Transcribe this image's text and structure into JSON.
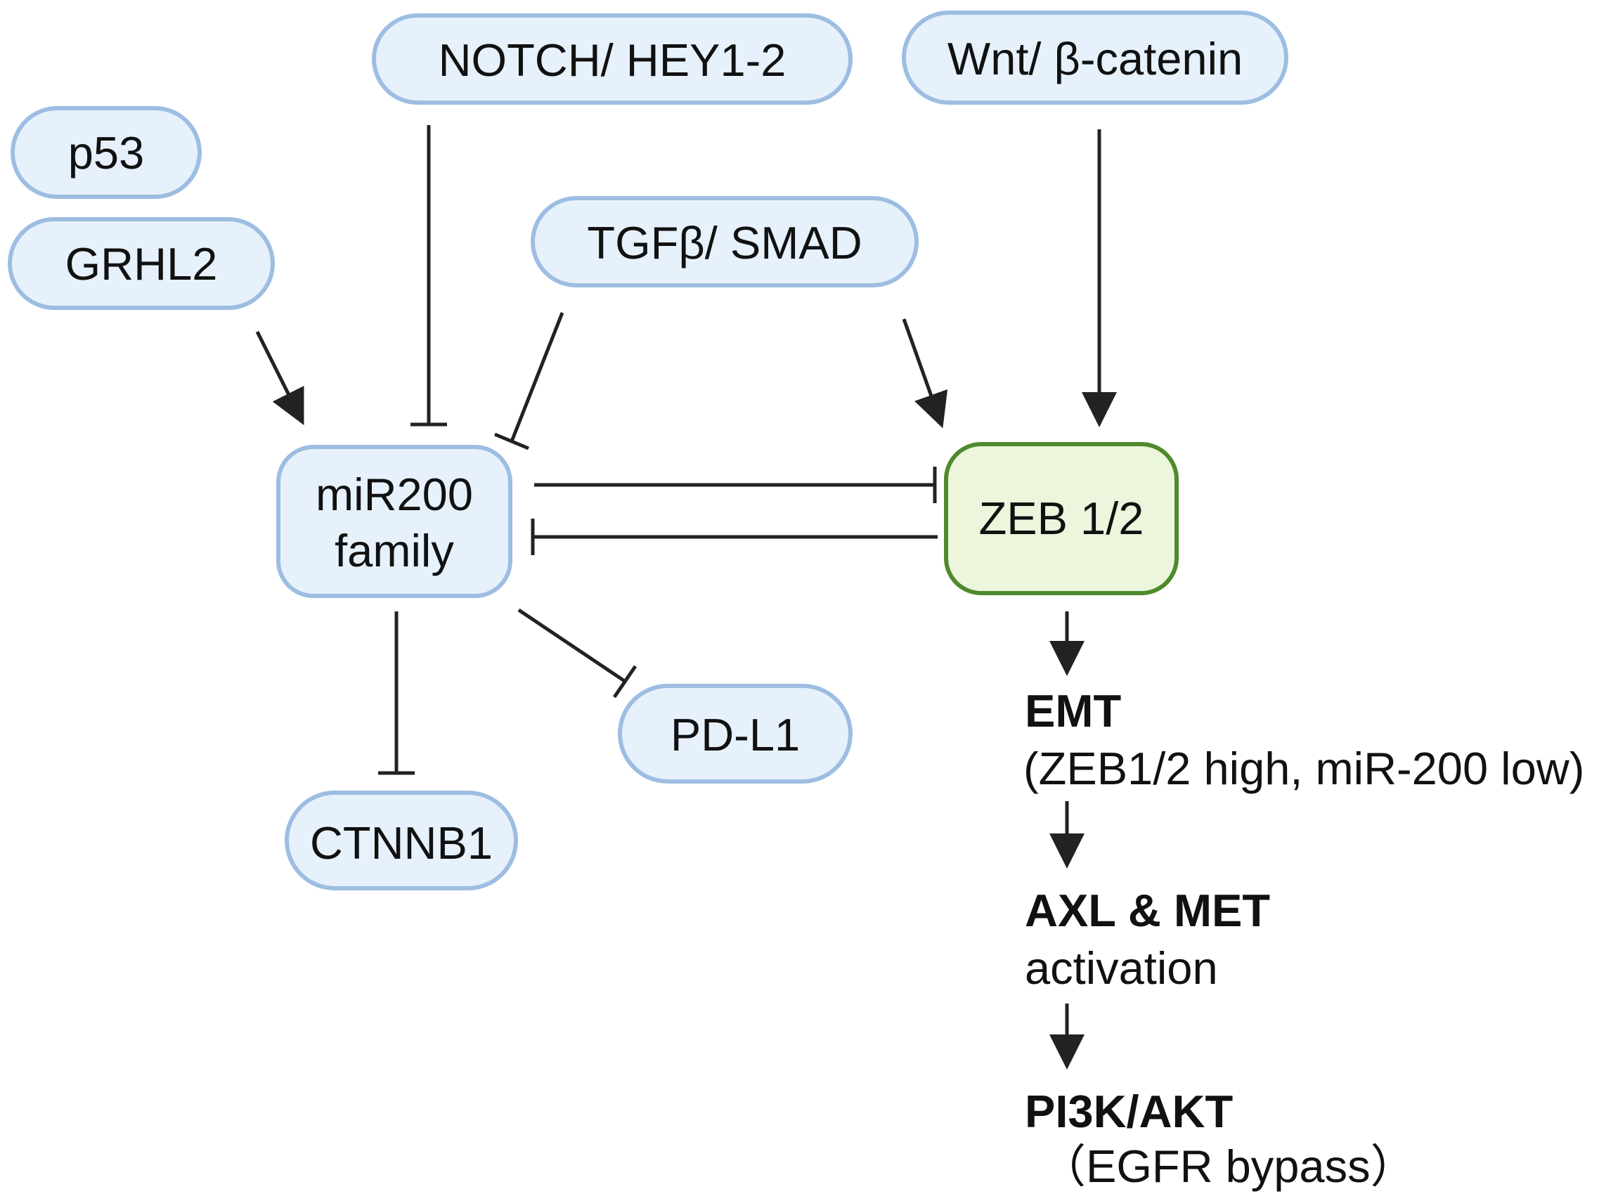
{
  "nodes": {
    "notch": "NOTCH/ HEY1-2",
    "wnt": "Wnt/ β-catenin",
    "p53": "p53",
    "grhl2": "GRHL2",
    "tgfb": "TGFβ/ SMAD",
    "mir200_line1": "miR200",
    "mir200_line2": "family",
    "zeb": "ZEB 1/2",
    "pdl1": "PD-L1",
    "ctnnb1": "CTNNB1"
  },
  "cascade": {
    "emt_title": "EMT",
    "emt_detail": "(ZEB1/2 high, miR-200 low)",
    "axl_title": "AXL & MET",
    "axl_detail": "activation",
    "pi3k_title": "PI3K/AKT",
    "pi3k_detail": "（EGFR bypass）"
  },
  "colors": {
    "node_fill": "#e6f1fb",
    "node_stroke": "#9dbde2",
    "zeb_fill": "#ebf6dc",
    "zeb_stroke": "#4e8a2c",
    "edge": "#222222"
  }
}
